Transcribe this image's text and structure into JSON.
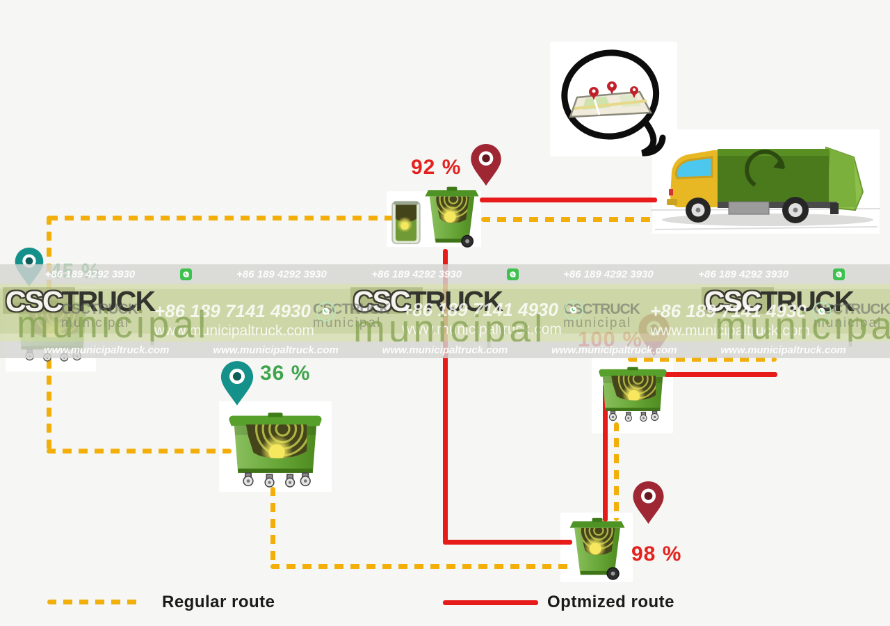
{
  "scene": {
    "description": "Smart waste collection route optimization diagram",
    "background": "#f6f6f4"
  },
  "bins": [
    {
      "name": "left-bin",
      "fill_label": "45 %",
      "pin_color": "teal"
    },
    {
      "name": "top-center-bin",
      "fill_label": "92 %",
      "pin_color": "dark-red"
    },
    {
      "name": "middle-left-bin",
      "fill_label": "36 %",
      "pin_color": "teal"
    },
    {
      "name": "right-bin",
      "fill_label": "100 %",
      "pin_color": "dark-red"
    },
    {
      "name": "bottom-right-bin",
      "fill_label": "98 %",
      "pin_color": "dark-red"
    }
  ],
  "legend": {
    "regular": "Regular route",
    "optimized": "Optmized route"
  },
  "watermarks": {
    "phone_top": "+86 189 4292 3930",
    "phone_main": "+86 189 7141 4930",
    "website": "www.municipaltruck.com",
    "brand_csc": "CSC",
    "brand_truck": "TRUCK",
    "brand_municipal": "municipal"
  },
  "colors": {
    "regular_route": "#F2AF0A",
    "optimized_route": "#E81B1B",
    "full_label_red": "#E3211D",
    "ok_label_green": "#3FA44B",
    "pin_teal": "#15918B",
    "pin_dark_red": "#9E2733"
  }
}
